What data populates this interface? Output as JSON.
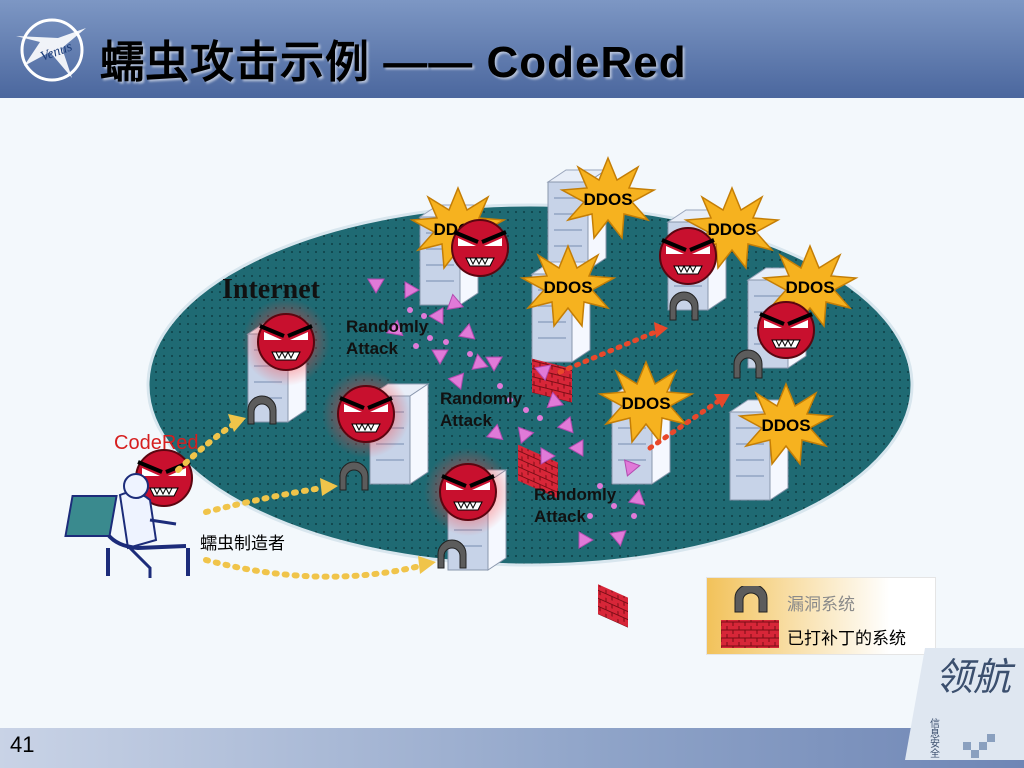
{
  "slide": {
    "title": "蠕虫攻击示例 —— CodeRed",
    "page_number": "41",
    "logo_text": "Venus"
  },
  "diagram": {
    "network_label": "Internet",
    "worm_label": "CodeRed",
    "author_label": "蠕虫制造者",
    "attack_labels": [
      {
        "line1": "Randomly",
        "line2": "Attack"
      },
      {
        "line1": "Randomly",
        "line2": "Attack"
      },
      {
        "line1": "Randomly",
        "line2": "Attack"
      }
    ],
    "ddos_label": "DDOS"
  },
  "legend": {
    "vulnerable_label": "漏洞系统",
    "patched_label": "已打补丁的系统"
  },
  "brand": {
    "main_text": "领航",
    "sub_text": "信息安全"
  },
  "colors": {
    "header": "#5a76ab",
    "ellipse": "#1f6a73",
    "worm_red": "#c8102e",
    "burst": "#f6b21f",
    "attack_arrow": "#e07ad8",
    "infection_dots": "#e8482b",
    "author_dots": "#f0c44a"
  }
}
